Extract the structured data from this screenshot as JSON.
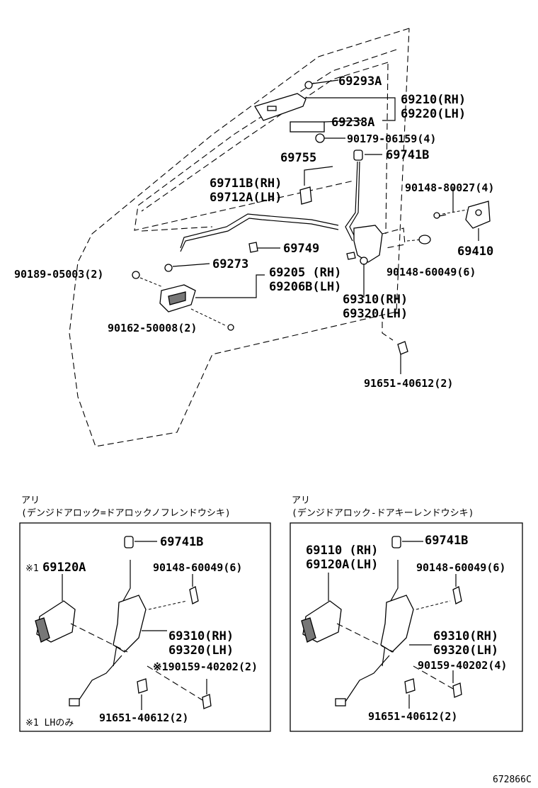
{
  "main_labels": {
    "p69293A": "69293A",
    "p69210": "69210(RH)",
    "p69220": "69220(LH)",
    "p69238A": "69238A",
    "p90179": "90179-06159(4)",
    "p69755": "69755",
    "p69741B": "69741B",
    "p69711B": "69711B(RH)",
    "p69712A": "69712A(LH)",
    "p90148_80027": "90148-80027(4)",
    "p69749": "69749",
    "p69410": "69410",
    "p90189": "90189-05003(2)",
    "p69273": "69273",
    "p69205": "69205  (RH)",
    "p69206B": "69206B(LH)",
    "p90148_60049": "90148-60049(6)",
    "p69310": "69310(RH)",
    "p69320": "69320(LH)",
    "p90162": "90162-50008(2)",
    "p91651": "91651-40612(2)"
  },
  "left_box": {
    "heading1": "アリ",
    "heading2": "(デンジドアロック=ドアロックノフレンドウシキ)",
    "p69741B": "69741B",
    "mark": "※1",
    "p69120A": "69120A",
    "p90148_60049": "90148-60049(6)",
    "p69310": "69310(RH)",
    "p69320": "69320(LH)",
    "p90159": "※190159-40202(2)",
    "p91651": "91651-40612(2)",
    "footnote": "※1 LHのみ"
  },
  "right_box": {
    "heading1": "アリ",
    "heading2": "(デンジドアロック-ドアキーレンドウシキ)",
    "p69741B": "69741B",
    "p69110": "69110  (RH)",
    "p69120A": "69120A(LH)",
    "p90148_60049": "90148-60049(6)",
    "p69310": "69310(RH)",
    "p69320": "69320(LH)",
    "p90159": "90159-40202(4)",
    "p91651": "91651-40612(2)"
  },
  "figure_code": "672866C"
}
